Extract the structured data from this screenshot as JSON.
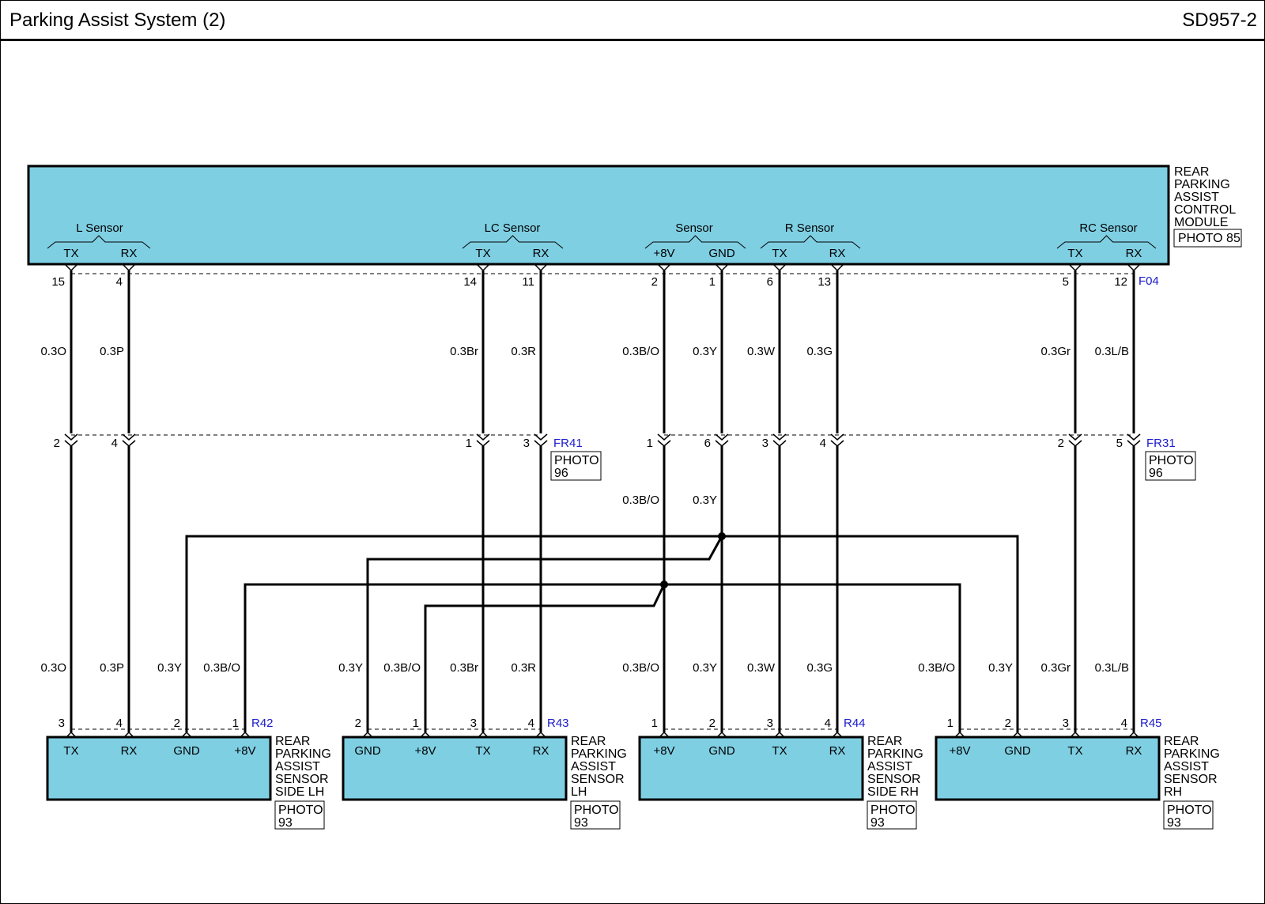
{
  "title": "Parking Assist System (2)",
  "doc_code": "SD957-2",
  "colors": {
    "module_fill": "#7fcfe3",
    "connector_id": "#1a1acc",
    "wire": "#000000"
  },
  "control_module": {
    "name_lines": [
      "REAR",
      "PARKING",
      "ASSIST",
      "CONTROL",
      "MODULE"
    ],
    "photo": "PHOTO 85",
    "connector": "F04",
    "groups": [
      "L Sensor",
      "LC Sensor",
      "Sensor",
      "R Sensor",
      "RC Sensor"
    ]
  },
  "junction": {
    "connector": "FR41",
    "connector2": "FR31",
    "photo_lines": [
      "PHOTO",
      "96"
    ]
  },
  "wires": [
    {
      "key": "w1",
      "pin_label": "TX",
      "module_pin": "15",
      "color_top": "0.3O",
      "junction_pin": "2",
      "color_bottom": "0.3O",
      "sensor_pin": "3"
    },
    {
      "key": "w2",
      "pin_label": "RX",
      "module_pin": "4",
      "color_top": "0.3P",
      "junction_pin": "4",
      "color_bottom": "0.3P",
      "sensor_pin": "4"
    },
    {
      "key": "w3",
      "pin_label": "TX",
      "module_pin": "14",
      "color_top": "0.3Br",
      "junction_pin": "1",
      "color_bottom": "0.3Br",
      "sensor_pin": "3"
    },
    {
      "key": "w4",
      "pin_label": "RX",
      "module_pin": "11",
      "color_top": "0.3R",
      "junction_pin": "3",
      "color_bottom": "0.3R",
      "sensor_pin": "4"
    },
    {
      "key": "w5",
      "pin_label": "+8V",
      "module_pin": "2",
      "color_top": "0.3B/O",
      "junction_pin": "1",
      "color_mid": "0.3B/O",
      "color_bottom": "0.3B/O",
      "sensor_pin": "1"
    },
    {
      "key": "w6",
      "pin_label": "GND",
      "module_pin": "1",
      "color_top": "0.3Y",
      "junction_pin": "6",
      "color_mid": "0.3Y",
      "color_bottom": "0.3Y",
      "sensor_pin": "2"
    },
    {
      "key": "w7",
      "pin_label": "TX",
      "module_pin": "6",
      "color_top": "0.3W",
      "junction_pin": "3",
      "color_bottom": "0.3W",
      "sensor_pin": "3"
    },
    {
      "key": "w8",
      "pin_label": "RX",
      "module_pin": "13",
      "color_top": "0.3G",
      "junction_pin": "4",
      "color_bottom": "0.3G",
      "sensor_pin": "4"
    },
    {
      "key": "w9",
      "pin_label": "TX",
      "module_pin": "5",
      "color_top": "0.3Gr",
      "junction_pin": "2",
      "color_bottom": "0.3Gr",
      "sensor_pin": "3"
    },
    {
      "key": "w10",
      "pin_label": "RX",
      "module_pin": "12",
      "color_top": "0.3L/B",
      "junction_pin": "5",
      "color_bottom": "0.3L/B",
      "sensor_pin": "4"
    }
  ],
  "branch_wires": [
    {
      "key": "b1",
      "color": "0.3Y",
      "sensor_pin": "2",
      "pin_label": "GND"
    },
    {
      "key": "b2",
      "color": "0.3B/O",
      "sensor_pin": "1",
      "pin_label": "+8V"
    },
    {
      "key": "b3",
      "color": "0.3Y",
      "sensor_pin": "2",
      "pin_label": "GND"
    },
    {
      "key": "b4",
      "color": "0.3B/O",
      "sensor_pin": "1",
      "pin_label": "+8V"
    },
    {
      "key": "b5",
      "color": "0.3B/O",
      "sensor_pin": "1",
      "pin_label": "+8V"
    },
    {
      "key": "b6",
      "color": "0.3Y",
      "sensor_pin": "2",
      "pin_label": "GND"
    }
  ],
  "sensors": [
    {
      "key": "s1",
      "connector": "R42",
      "name_lines": [
        "REAR",
        "PARKING",
        "ASSIST",
        "SENSOR",
        "SIDE LH"
      ],
      "photo_lines": [
        "PHOTO",
        "93"
      ]
    },
    {
      "key": "s2",
      "connector": "R43",
      "name_lines": [
        "REAR",
        "PARKING",
        "ASSIST",
        "SENSOR",
        "LH"
      ],
      "photo_lines": [
        "PHOTO",
        "93"
      ]
    },
    {
      "key": "s3",
      "connector": "R44",
      "name_lines": [
        "REAR",
        "PARKING",
        "ASSIST",
        "SENSOR",
        "SIDE RH"
      ],
      "photo_lines": [
        "PHOTO",
        "93"
      ]
    },
    {
      "key": "s4",
      "connector": "R45",
      "name_lines": [
        "REAR",
        "PARKING",
        "ASSIST",
        "SENSOR",
        "RH"
      ],
      "photo_lines": [
        "PHOTO",
        "93"
      ]
    }
  ]
}
